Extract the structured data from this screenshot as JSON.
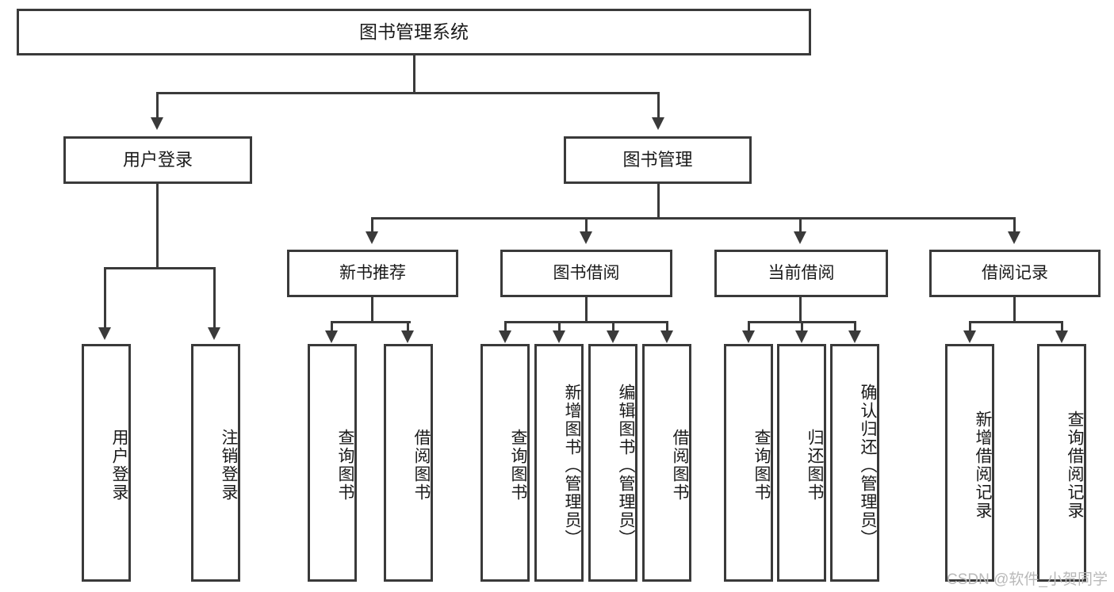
{
  "diagram": {
    "title": "图书管理系统",
    "watermark": "CSDN @软件_小贺同学",
    "root": {
      "label": "图书管理系统"
    },
    "level1": [
      {
        "label": "用户登录"
      },
      {
        "label": "图书管理"
      }
    ],
    "level2": [
      {
        "label": "新书推荐"
      },
      {
        "label": "图书借阅"
      },
      {
        "label": "当前借阅"
      },
      {
        "label": "借阅记录"
      }
    ],
    "leaves": {
      "user_login": [
        {
          "label": "用户登录"
        },
        {
          "label": "注销登录"
        }
      ],
      "new_book_recommend": [
        {
          "label": "查询图书"
        },
        {
          "label": "借阅图书"
        }
      ],
      "book_borrow": [
        {
          "label": "查询图书"
        },
        {
          "label": "新增图书（管理员）"
        },
        {
          "label": "编辑图书（管理员）"
        },
        {
          "label": "借阅图书"
        }
      ],
      "current_borrow": [
        {
          "label": "查询图书"
        },
        {
          "label": "归还图书"
        },
        {
          "label": "确认归还（管理员）"
        }
      ],
      "borrow_records": [
        {
          "label": "新增借阅记录"
        },
        {
          "label": "查询借阅记录"
        }
      ]
    },
    "colors": {
      "stroke": "#3a3a3a",
      "fill": "#ffffff",
      "text": "#1a1a1a",
      "watermark": "#b9b9b9"
    }
  }
}
